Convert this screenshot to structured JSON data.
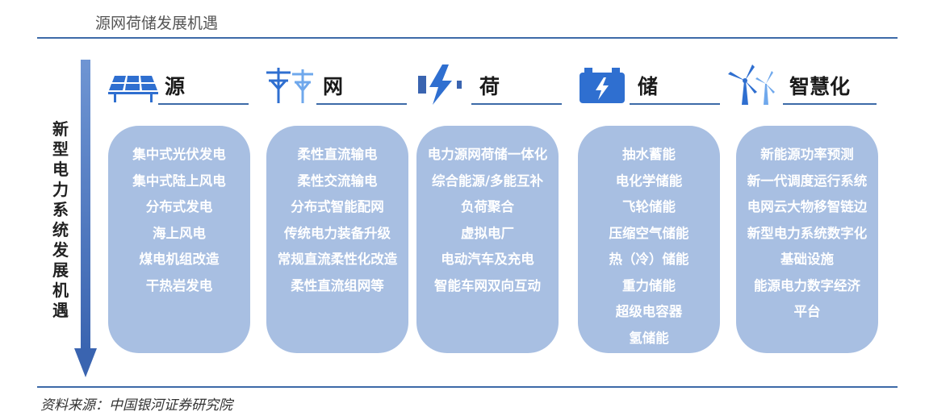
{
  "header": {
    "title": "源网荷储发展机遇"
  },
  "side_label": "新型电力系统发展机遇",
  "columns": [
    {
      "title": "源",
      "icon": "solar-panel-icon",
      "items": [
        "集中式光伏发电",
        "集中式陆上风电",
        "分布式发电",
        "海上风电",
        "煤电机组改造",
        "干热岩发电"
      ]
    },
    {
      "title": "网",
      "icon": "power-tower-icon",
      "items": [
        "柔性直流输电",
        "柔性交流输电",
        "分布式智能配网",
        "传统电力装备升级",
        "常规直流柔性化改造",
        "柔性直流组网等"
      ]
    },
    {
      "title": "荷",
      "icon": "lightning-battery-icon",
      "items": [
        "电力源网荷储一体化",
        "综合能源/多能互补",
        "负荷聚合",
        "虚拟电厂",
        "电动汽车及充电",
        "智能车网双向互动"
      ]
    },
    {
      "title": "储",
      "icon": "battery-icon",
      "items": [
        "抽水蓄能",
        "电化学储能",
        "飞轮储能",
        "压缩空气储能",
        "热（冷）储能",
        "重力储能",
        "超级电容器",
        "氢储能"
      ]
    },
    {
      "title": "智慧化",
      "icon": "wind-turbine-icon",
      "items": [
        "新能源功率预测",
        "新一代调度运行系统",
        "电网云大物移智链边",
        "新型电力系统数字化",
        "基础设施",
        "能源电力数字经济",
        "平台"
      ]
    }
  ],
  "colors": {
    "accent": "#3d6aa8",
    "panel": "#a8bfe2",
    "icon_blue": "#2f6fd0"
  },
  "footer": {
    "source": "资料来源：中国银河证券研究院"
  }
}
